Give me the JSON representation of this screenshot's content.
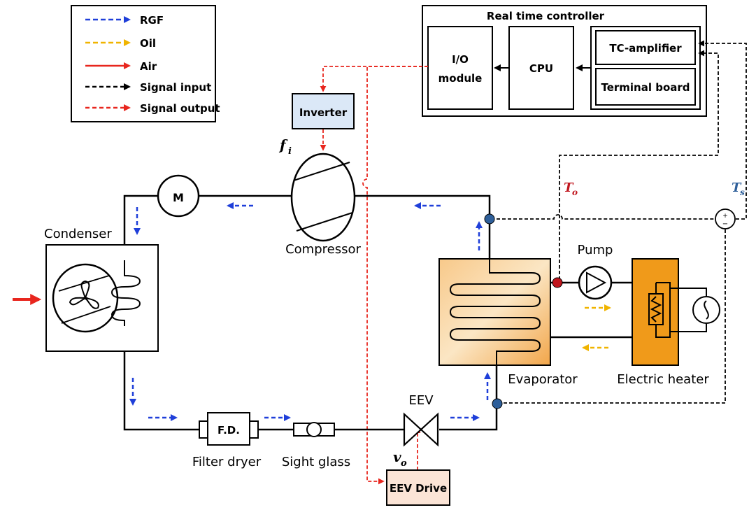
{
  "legend": {
    "items": [
      {
        "label": "RGF",
        "color": "#1f3fd9"
      },
      {
        "label": "Oil",
        "color": "#f0b400"
      },
      {
        "label": "Air",
        "color": "#e8261e"
      },
      {
        "label": "Signal input",
        "color": "#000000"
      },
      {
        "label": "Signal output",
        "color": "#e8261e"
      }
    ]
  },
  "controller": {
    "title": "Real time controller",
    "io_line1": "I/O",
    "io_line2": "module",
    "cpu": "CPU",
    "tc_amp": "TC-amplifier",
    "terminal": "Terminal board"
  },
  "components": {
    "inverter": "Inverter",
    "motor": "M",
    "compressor": "Compressor",
    "condenser": "Condenser",
    "filter_dryer_abbr": "F.D.",
    "filter_dryer": "Filter dryer",
    "sight_glass": "Sight glass",
    "eev": "EEV",
    "eev_drive": "EEV Drive",
    "evaporator": "Evaporator",
    "pump": "Pump",
    "heater": "Electric heater"
  },
  "symbols": {
    "fi_base": "f",
    "fi_sub": "i",
    "vo_base": "v",
    "vo_sub": "o",
    "to_base": "T",
    "to_sub": "o",
    "ts_base": "T",
    "ts_sub": "s",
    "plus": "+",
    "minus": "−"
  },
  "colors": {
    "rgf": "#1f3fd9",
    "oil": "#f0b400",
    "air": "#e8261e",
    "signal_output": "#e8261e",
    "inverter_fill": "#dbe8f7",
    "eev_drive_fill": "#fbe4d6",
    "heater_fill": "#f09a1a",
    "sensor_red": "#c0161e",
    "sensor_blue": "#2e5f9a"
  }
}
